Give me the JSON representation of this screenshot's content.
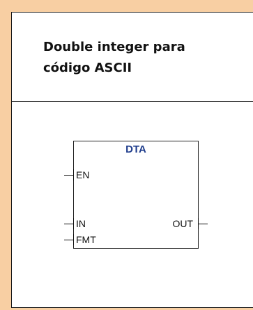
{
  "header": {
    "title": "Double integer para código ASCII"
  },
  "function_block": {
    "name": "DTA",
    "inputs": [
      {
        "label": "EN"
      },
      {
        "label": "IN"
      },
      {
        "label": "FMT"
      }
    ],
    "outputs": [
      {
        "label": "OUT"
      }
    ]
  },
  "colors": {
    "frame_background": "#f8cfa3",
    "block_name_color": "#1f3d8c"
  }
}
